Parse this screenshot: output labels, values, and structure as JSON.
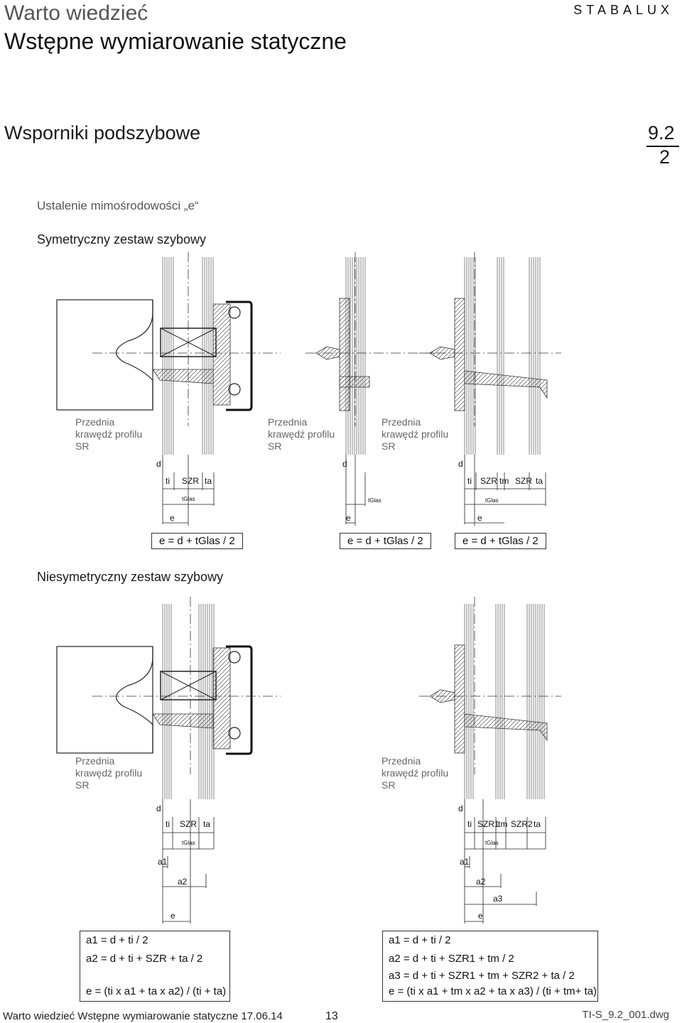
{
  "header": {
    "line1": "Warto wiedzieć",
    "line2": "Wstępne wymiarowanie statyczne",
    "brand": "STABALUX"
  },
  "section": {
    "title": "Wsporniki podszybowe",
    "number_top": "9.2",
    "number_bottom": "2"
  },
  "subtitle": "Ustalenie mimośrodowości „e“",
  "symmetric": {
    "title": "Symetryczny zestaw szybowy",
    "captions": [
      "Przednia krawędź profilu SR",
      "Przednia krawędź profilu SR",
      "Przednia krawędź profilu SR"
    ],
    "formula": "e = d + tGlas / 2"
  },
  "asymmetric": {
    "title": "Niesymetryczny zestaw szybowy",
    "captions": [
      "Przednia krawędź profilu SR",
      "Przednia krawędź profilu SR"
    ],
    "left_formulas": [
      "a1 = d + ti / 2",
      "a2 = d + ti + SZR + ta / 2",
      "e = (ti x a1 + ta x a2) / (ti + ta)"
    ],
    "right_formulas": [
      "a1 = d + ti / 2",
      "a2 = d + ti + SZR1 + tm / 2",
      "a3 = d + ti + SZR1 + tm + SZR2 + ta / 2",
      "e = (ti x a1 + tm x a2 + ta x a3) / (ti + tm+ ta)"
    ]
  },
  "labels": {
    "d": "d",
    "ti": "ti",
    "SZR": "SZR",
    "ta": "ta",
    "tm": "tm",
    "tGlas": "tGlas",
    "e": "e",
    "a1": "a1",
    "a2": "a2",
    "a3": "a3",
    "SZR1": "SZR1",
    "SZR2": "SZR2"
  },
  "footer": {
    "text": "Warto wiedzieć Wstępne wymiarowanie statyczne 17.06.14",
    "page": "13",
    "drawing": "TI-S_9.2_001.dwg"
  }
}
